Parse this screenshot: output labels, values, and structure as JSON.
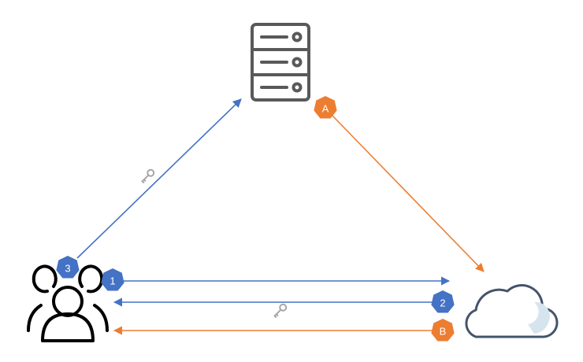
{
  "colors": {
    "blue": "#4472C4",
    "orange": "#ED7D31",
    "badge_blue": "#4472C4",
    "badge_orange": "#ED7D31",
    "server_stroke": "#595959",
    "key_gray": "#A6A6A6",
    "cloud_stroke": "#44546A",
    "cloud_fill": "#D6E4EE",
    "users_stroke": "#000000"
  },
  "icons": {
    "server": "server-icon",
    "cloud": "cloud-icon",
    "users": "users-icon",
    "key": "key-icon"
  },
  "badges": [
    {
      "id": "badge-1",
      "label": "1",
      "color": "blue"
    },
    {
      "id": "badge-2",
      "label": "2",
      "color": "blue"
    },
    {
      "id": "badge-3",
      "label": "3",
      "color": "blue"
    },
    {
      "id": "badge-A",
      "label": "A",
      "color": "orange"
    },
    {
      "id": "badge-B",
      "label": "B",
      "color": "orange"
    }
  ]
}
